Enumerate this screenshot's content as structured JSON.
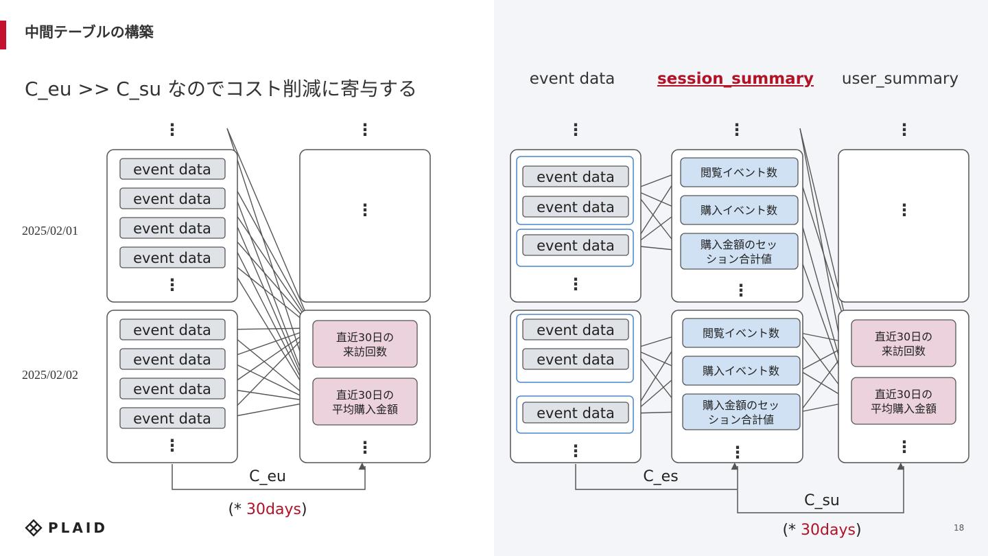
{
  "header": {
    "title": "中間テーブルの構築"
  },
  "subtitle": "C_eu >> C_su なのでコスト削減に寄与する",
  "columns": {
    "event": "event data",
    "session": "session_summary",
    "user": "user_summary"
  },
  "dates": [
    "2025/02/01",
    "2025/02/02"
  ],
  "event_label": "event data",
  "ellipsis": "⋮",
  "session_metrics": [
    "閲覧イベント数",
    "購入イベント数",
    "購入金額のセッション合計値"
  ],
  "session_metric_lines": {
    "browse": [
      "閲覧イベント数"
    ],
    "purchase": [
      "購入イベント数"
    ],
    "amount": [
      "購入金額のセッ",
      "ション合計値"
    ]
  },
  "user_metrics": [
    "直近30日の来訪回数",
    "直近30日の平均購入金額"
  ],
  "user_metric_lines": {
    "visits": [
      "直近30日の",
      "来訪回数"
    ],
    "avg": [
      "直近30日の",
      "平均購入金額"
    ]
  },
  "costs": {
    "eu": "C_eu",
    "es": "C_es",
    "su": "C_su"
  },
  "window": {
    "prefix": "(* ",
    "days": "30days",
    "suffix": ")"
  },
  "logo": "PLAID",
  "page_number": "18",
  "colors": {
    "accent": "#c4112f",
    "event_fill": "#dfe2e6",
    "session_fill": "#cfe1f3",
    "user_fill": "#ecd2dc",
    "group_border": "#4a86c8",
    "line": "#555555"
  }
}
